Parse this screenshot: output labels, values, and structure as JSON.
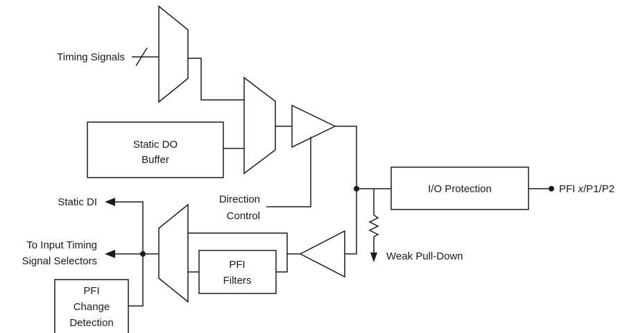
{
  "labels": {
    "timing_signals": "Timing Signals",
    "static_do_buffer_line1": "Static DO",
    "static_do_buffer_line2": "Buffer",
    "direction_control_line1": "Direction",
    "direction_control_line2": "Control",
    "io_protection": "I/O Protection",
    "pfi_port_prefix": "PFI ",
    "pfi_port_italic": "x",
    "pfi_port_suffix": "/P1/P2",
    "static_di": "Static DI",
    "to_input_timing_line1": "To Input Timing",
    "to_input_timing_line2": "Signal Selectors",
    "weak_pull_down": "Weak Pull-Down",
    "pfi_filters_line1": "PFI",
    "pfi_filters_line2": "Filters",
    "pfi_change_line1": "PFI",
    "pfi_change_line2": "Change",
    "pfi_change_line3": "Detection"
  },
  "colors": {
    "line": "#1a1a1a",
    "background": "#ffffff"
  }
}
